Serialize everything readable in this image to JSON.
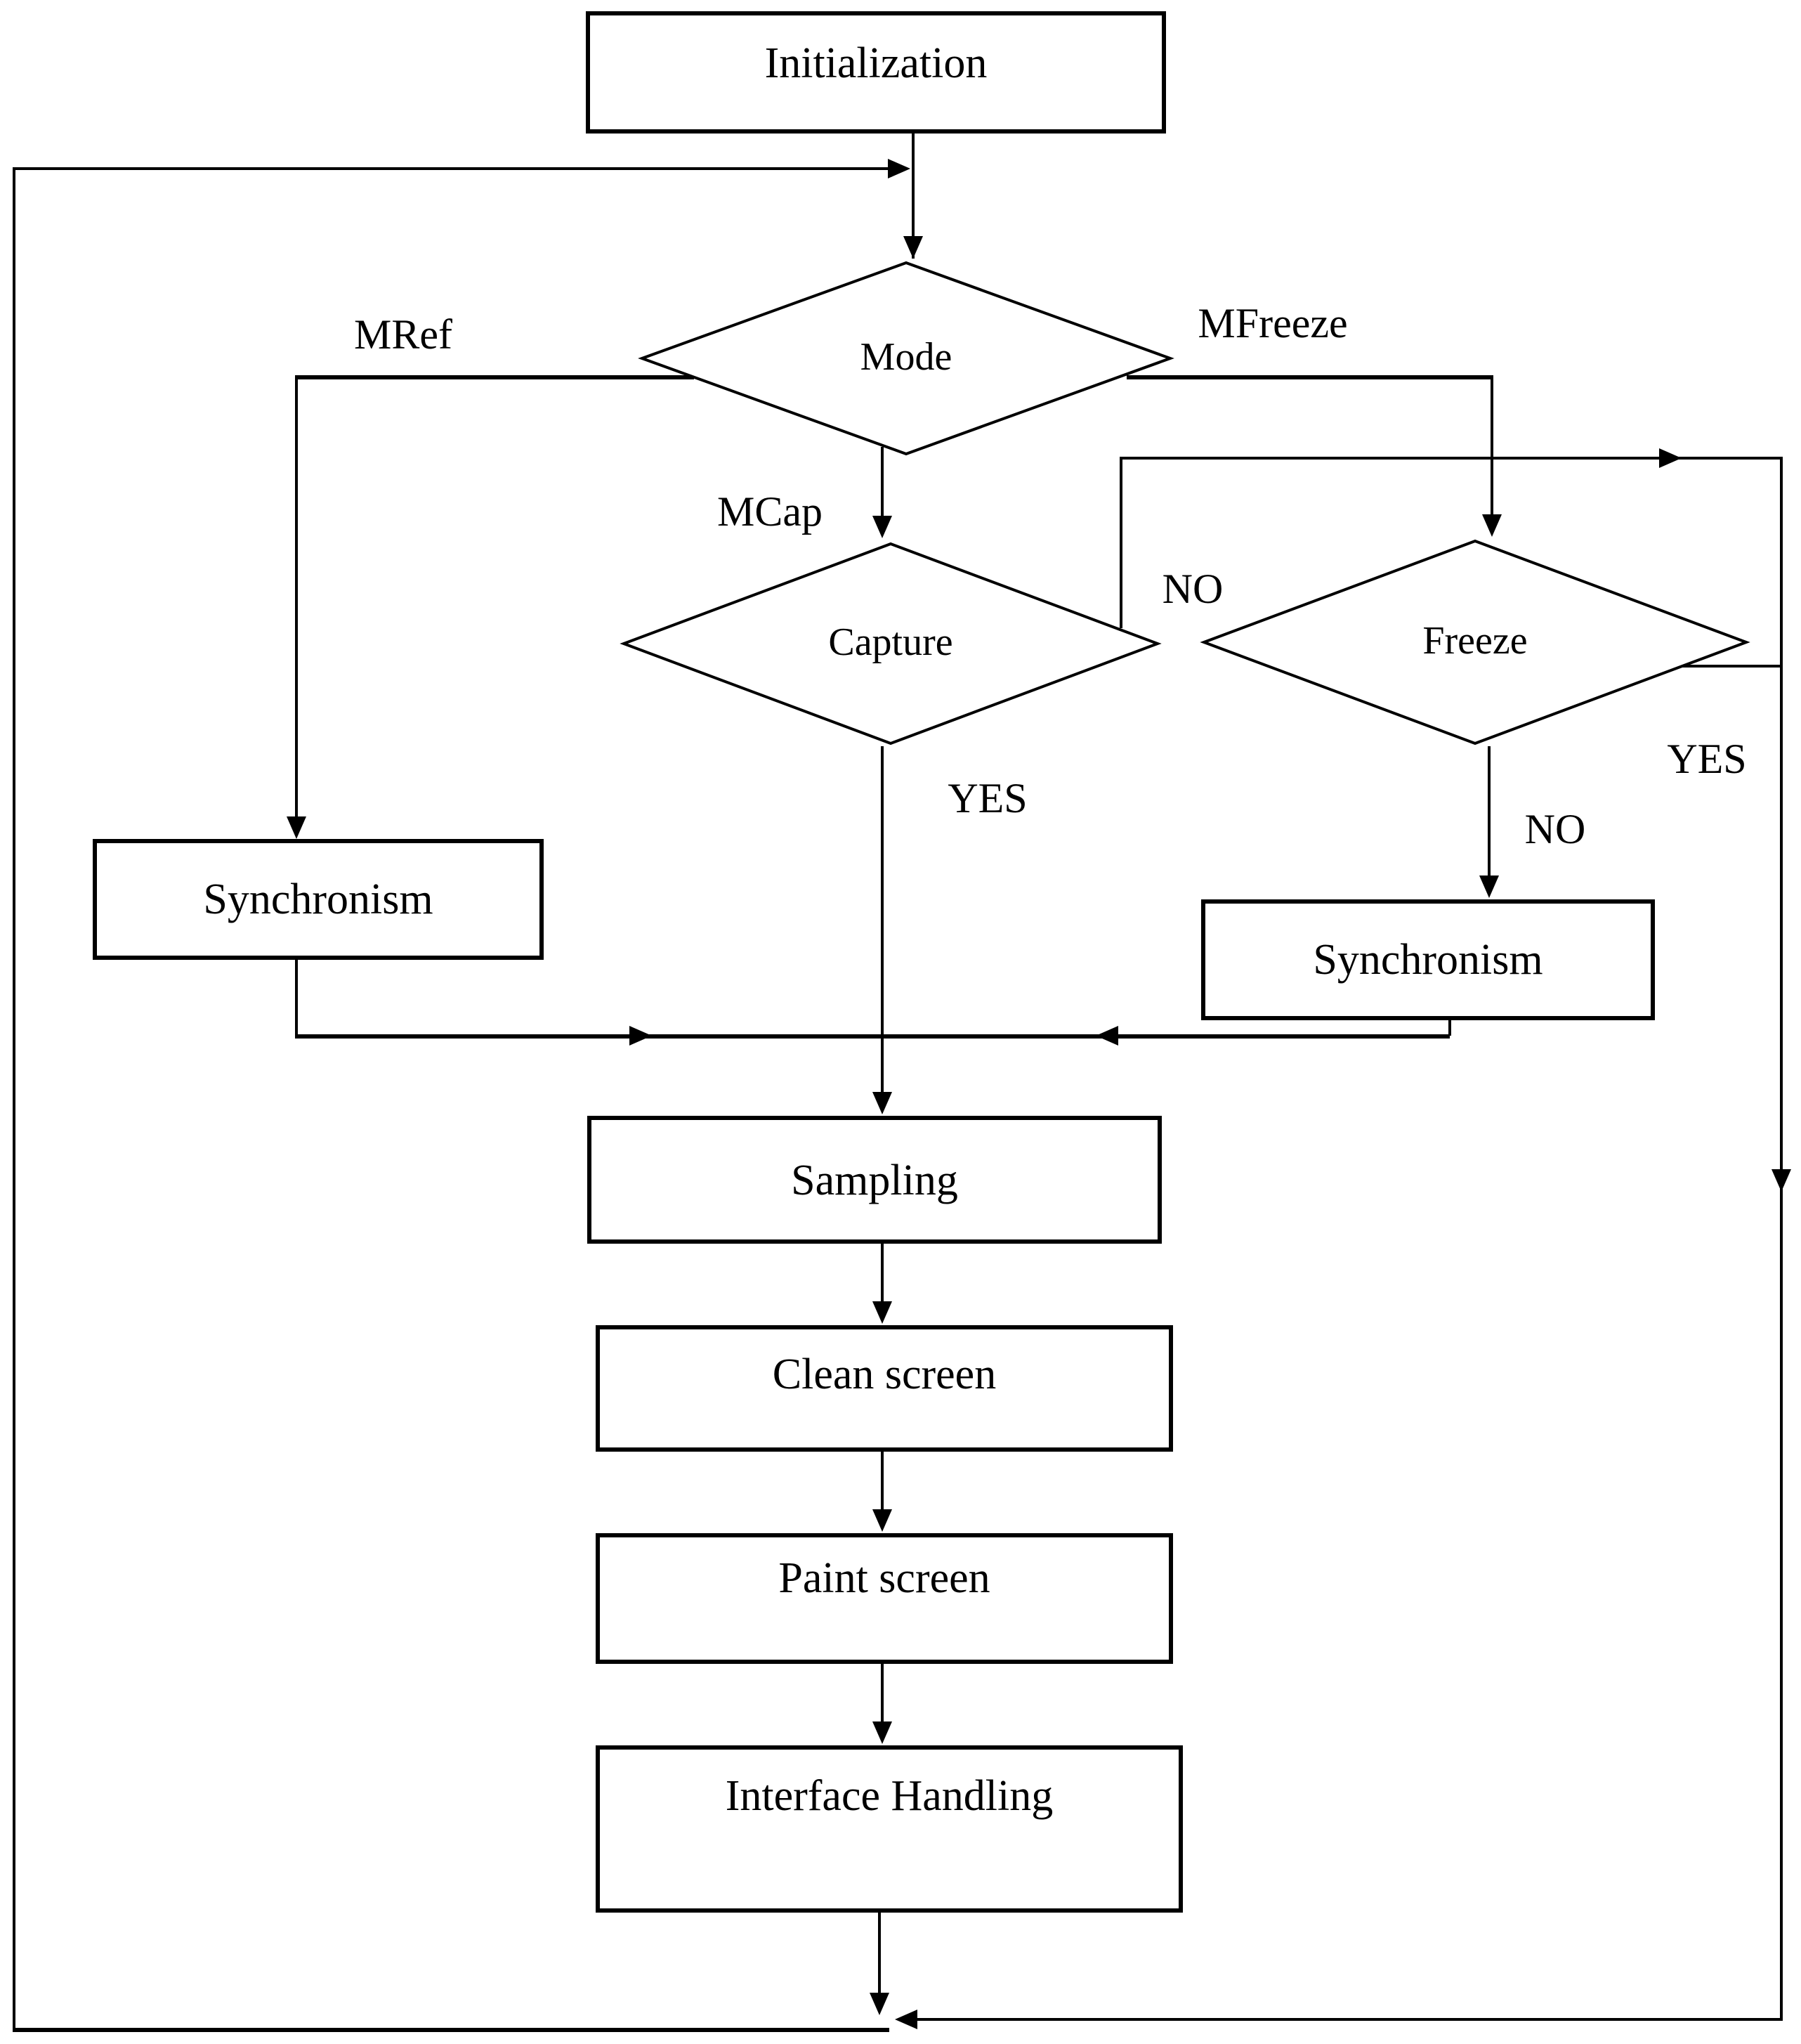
{
  "diagram_type": "flowchart",
  "colors": {
    "line": "#000000",
    "background": "#ffffff"
  },
  "nodes": {
    "initialization": {
      "label": "Initialization",
      "type": "process"
    },
    "mode": {
      "label": "Mode",
      "type": "decision"
    },
    "capture": {
      "label": "Capture",
      "type": "decision"
    },
    "freeze": {
      "label": "Freeze",
      "type": "decision"
    },
    "synchronism_left": {
      "label": "Synchronism",
      "type": "process"
    },
    "synchronism_right": {
      "label": "Synchronism",
      "type": "process"
    },
    "sampling": {
      "label": "Sampling",
      "type": "process"
    },
    "clean_screen": {
      "label": "Clean screen",
      "type": "process"
    },
    "paint_screen": {
      "label": "Paint screen",
      "type": "process"
    },
    "interface_handling": {
      "label": "Interface Handling",
      "type": "process"
    }
  },
  "edge_labels": {
    "mref": "MRef",
    "mfreeze": "MFreeze",
    "mcap": "MCap",
    "capture_yes": "YES",
    "capture_no": "NO",
    "freeze_no": "NO",
    "freeze_yes": "YES"
  }
}
